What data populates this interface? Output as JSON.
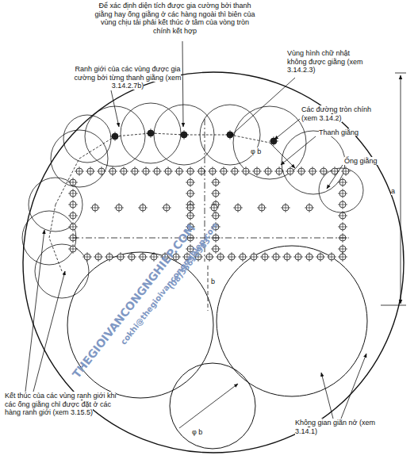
{
  "diagram": {
    "labels": [
      "Để xác định  diện tích được gia cường bởi thanh giằng hay ống giằng ở các hàng ngoài thì biên của vùng chịu tải phải kết thúc ở tâm của vòng tròn chính kết hợp",
      "Vùng hình chữ nhật không được giằng (xem 3.14.2.3)",
      "Ranh giới của các vùng được gia cường bởi từng thanh giằng (xem 3.14.2.7b)",
      "Các đường tròn chính (xem 3.14.2)",
      "Thanh giằng",
      "Ống giằng",
      "φ b",
      "a",
      "b",
      "φ b",
      "Không gian giãn nở (xem 3.14.1)",
      "Kết thúc của các vùng ranh giới khi các ống giằng chỉ được đặt ở các hàng ranh giới (xem 3.15.5)",
      "THEGIOIVANCONGNGHIEP.COM",
      "cokhi@thegioivancongnghiep.com",
      "(08)35610983"
    ]
  }
}
